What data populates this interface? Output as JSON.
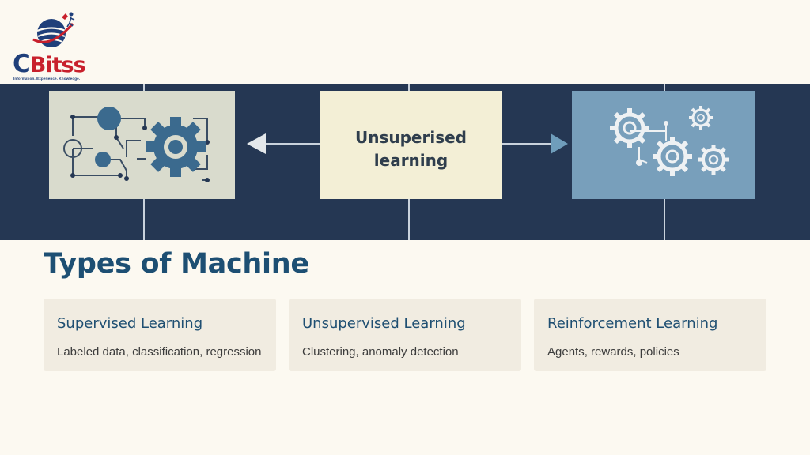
{
  "logo": {
    "brand": "Bitss",
    "brand_initial": "C",
    "tagline": "Information. Experience. Knowledge."
  },
  "banner": {
    "center_label_line1": "Unsuperised",
    "center_label_line2": "learning"
  },
  "title": "Types of Machine",
  "cards": [
    {
      "title": "Supervised Learning",
      "description": "Labeled data, classification, regression"
    },
    {
      "title": "Unsupervised Learning",
      "description": "Clustering, anomaly detection"
    },
    {
      "title": "Reinforcement Learning",
      "description": "Agents, rewards, policies"
    }
  ],
  "colors": {
    "background": "#fcf9f1",
    "banner": "#253753",
    "title": "#1d4f73",
    "card": "#f1ece1",
    "logo_red": "#c8202c",
    "logo_blue": "#1f3f7a"
  }
}
